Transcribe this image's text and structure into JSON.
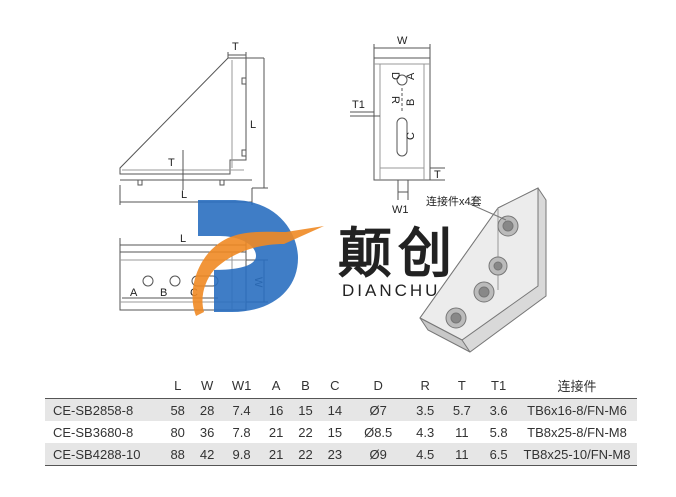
{
  "drawing_labels": {
    "t_top": "T",
    "l_side": "L",
    "t_inner": "T",
    "l_bottom": "L",
    "w_top": "W",
    "d": "D",
    "a": "A",
    "r": "R",
    "b": "B",
    "c": "C",
    "t1": "T1",
    "t_front": "T",
    "w1": "W1",
    "connector_callout": "连接件x4套",
    "l_plan": "L",
    "w_plan": "W",
    "a_plan": "A",
    "b_plan": "B",
    "c_plan": "C"
  },
  "logo": {
    "brand_cn": "颠创",
    "brand_en": "DIANCHUANG"
  },
  "colors": {
    "logo_blue": "#2A6FC0",
    "logo_orange": "#F08A24",
    "logo_text": "#3B3B3B",
    "line": "#555555",
    "row_shade": "#E6E6E6"
  },
  "table": {
    "headers": [
      "",
      "L",
      "W",
      "W1",
      "A",
      "B",
      "C",
      "D",
      "R",
      "T",
      "T1",
      "连接件"
    ],
    "rows": [
      [
        "CE-SB2858-8",
        "58",
        "28",
        "7.4",
        "16",
        "15",
        "14",
        "Ø7",
        "3.5",
        "5.7",
        "3.6",
        "TB6x16-8/FN-M6"
      ],
      [
        "CE-SB3680-8",
        "80",
        "36",
        "7.8",
        "21",
        "22",
        "15",
        "Ø8.5",
        "4.3",
        "11",
        "5.8",
        "TB8x25-8/FN-M8"
      ],
      [
        "CE-SB4288-10",
        "88",
        "42",
        "9.8",
        "21",
        "22",
        "23",
        "Ø9",
        "4.5",
        "11",
        "6.5",
        "TB8x25-10/FN-M8"
      ]
    ]
  }
}
